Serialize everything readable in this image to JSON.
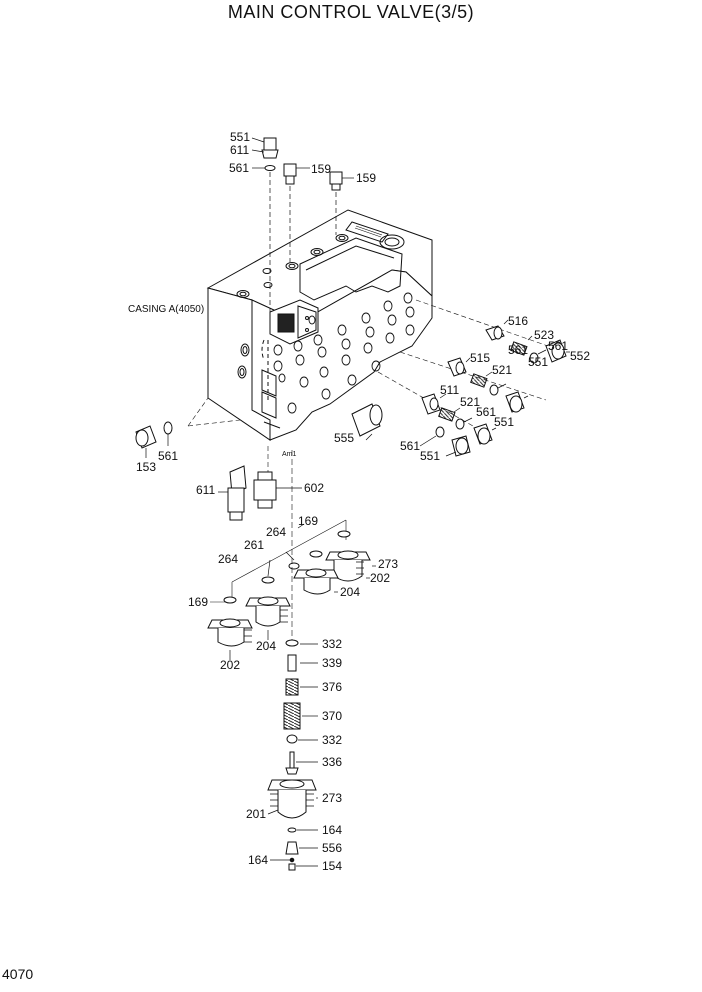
{
  "title": "MAIN CONTROL VALVE(3/5)",
  "page_number": "4070",
  "casing_label": "CASING A(4050)",
  "port_label": "Am1",
  "callouts": [
    {
      "id": "c551a",
      "text": "551"
    },
    {
      "id": "c611a",
      "text": "611"
    },
    {
      "id": "c561a",
      "text": "561"
    },
    {
      "id": "c159a",
      "text": "159"
    },
    {
      "id": "c159b",
      "text": "159"
    },
    {
      "id": "c516",
      "text": "516"
    },
    {
      "id": "c523",
      "text": "523"
    },
    {
      "id": "c561b",
      "text": "561"
    },
    {
      "id": "c552",
      "text": "552"
    },
    {
      "id": "c515",
      "text": "515"
    },
    {
      "id": "c521a",
      "text": "521"
    },
    {
      "id": "c561c",
      "text": "561"
    },
    {
      "id": "c551b",
      "text": "551"
    },
    {
      "id": "c511",
      "text": "511"
    },
    {
      "id": "c521b",
      "text": "521"
    },
    {
      "id": "c561d",
      "text": "561"
    },
    {
      "id": "c551c",
      "text": "551"
    },
    {
      "id": "c555",
      "text": "555"
    },
    {
      "id": "c561e",
      "text": "561"
    },
    {
      "id": "c551d",
      "text": "551"
    },
    {
      "id": "c153",
      "text": "153"
    },
    {
      "id": "c561f",
      "text": "561"
    },
    {
      "id": "c611b",
      "text": "611"
    },
    {
      "id": "c602",
      "text": "602"
    },
    {
      "id": "c169a",
      "text": "169"
    },
    {
      "id": "c264a",
      "text": "264"
    },
    {
      "id": "c261",
      "text": "261"
    },
    {
      "id": "c264b",
      "text": "264"
    },
    {
      "id": "c273a",
      "text": "273"
    },
    {
      "id": "c202a",
      "text": "202"
    },
    {
      "id": "c204a",
      "text": "204"
    },
    {
      "id": "c169b",
      "text": "169"
    },
    {
      "id": "c204b",
      "text": "204"
    },
    {
      "id": "c202b",
      "text": "202"
    },
    {
      "id": "c332a",
      "text": "332"
    },
    {
      "id": "c339",
      "text": "339"
    },
    {
      "id": "c376",
      "text": "376"
    },
    {
      "id": "c370",
      "text": "370"
    },
    {
      "id": "c332b",
      "text": "332"
    },
    {
      "id": "c336",
      "text": "336"
    },
    {
      "id": "c273b",
      "text": "273"
    },
    {
      "id": "c201",
      "text": "201"
    },
    {
      "id": "c164a",
      "text": "164"
    },
    {
      "id": "c556",
      "text": "556"
    },
    {
      "id": "c164b",
      "text": "164"
    },
    {
      "id": "c154",
      "text": "154"
    }
  ]
}
